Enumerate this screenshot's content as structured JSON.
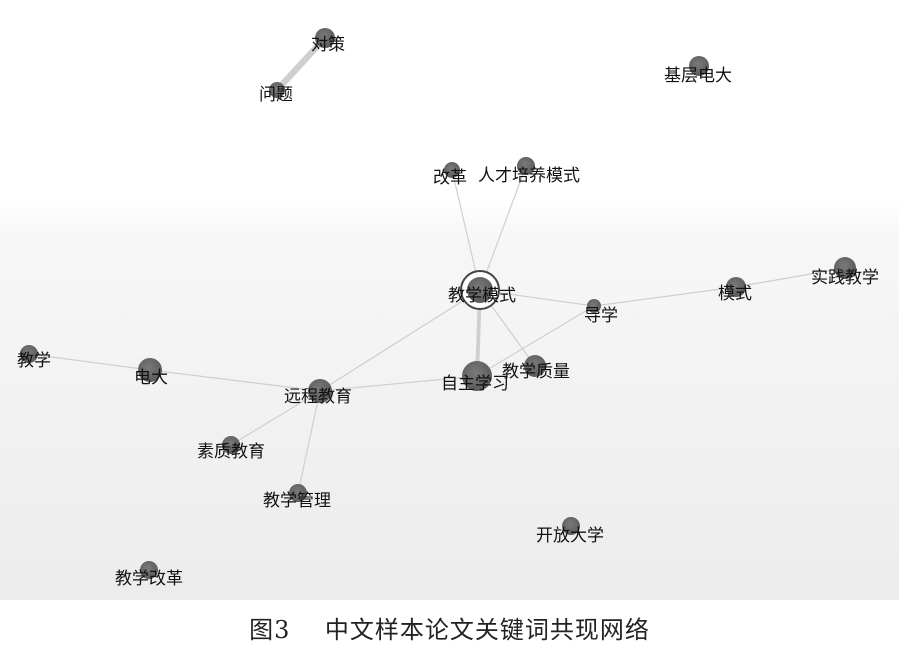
{
  "figure": {
    "caption_number": "图3",
    "caption_text": "中文样本论文关键词共现网络",
    "colors": {
      "node": "#5a5a5a",
      "edge": "#cfcfcf",
      "label": "#111111"
    }
  },
  "network": {
    "nodes": [
      {
        "id": "duice",
        "label": "对策"
      },
      {
        "id": "wenti",
        "label": "问题"
      },
      {
        "id": "jiceng",
        "label": "基层电大"
      },
      {
        "id": "gaige",
        "label": "改革"
      },
      {
        "id": "rencai",
        "label": "人才培养模式"
      },
      {
        "id": "jxms",
        "label": "教学模式",
        "highlighted": true
      },
      {
        "id": "daoxue",
        "label": "导学"
      },
      {
        "id": "moshi",
        "label": "模式"
      },
      {
        "id": "shijian",
        "label": "实践教学"
      },
      {
        "id": "jiaoxue",
        "label": "教学"
      },
      {
        "id": "dianda",
        "label": "电大"
      },
      {
        "id": "yuancheng",
        "label": "远程教育"
      },
      {
        "id": "zizhu",
        "label": "自主学习"
      },
      {
        "id": "zhiliang",
        "label": "教学质量"
      },
      {
        "id": "suzhi",
        "label": "素质教育"
      },
      {
        "id": "guanli",
        "label": "教学管理"
      },
      {
        "id": "kaifang",
        "label": "开放大学"
      },
      {
        "id": "jxgg",
        "label": "教学改革"
      }
    ],
    "edges": [
      {
        "source": "wenti",
        "target": "duice",
        "weight": 3
      },
      {
        "source": "jxms",
        "target": "gaige",
        "weight": 1
      },
      {
        "source": "jxms",
        "target": "rencai",
        "weight": 1
      },
      {
        "source": "jxms",
        "target": "zizhu",
        "weight": 2
      },
      {
        "source": "jxms",
        "target": "daoxue",
        "weight": 1
      },
      {
        "source": "jxms",
        "target": "zhiliang",
        "weight": 1
      },
      {
        "source": "jxms",
        "target": "yuancheng",
        "weight": 1
      },
      {
        "source": "daoxue",
        "target": "moshi",
        "weight": 1
      },
      {
        "source": "moshi",
        "target": "shijian",
        "weight": 1
      },
      {
        "source": "daoxue",
        "target": "zizhu",
        "weight": 1
      },
      {
        "source": "jiaoxue",
        "target": "dianda",
        "weight": 1
      },
      {
        "source": "dianda",
        "target": "yuancheng",
        "weight": 1
      },
      {
        "source": "yuancheng",
        "target": "zizhu",
        "weight": 1
      },
      {
        "source": "yuancheng",
        "target": "suzhi",
        "weight": 1
      },
      {
        "source": "yuancheng",
        "target": "guanli",
        "weight": 1
      }
    ]
  }
}
